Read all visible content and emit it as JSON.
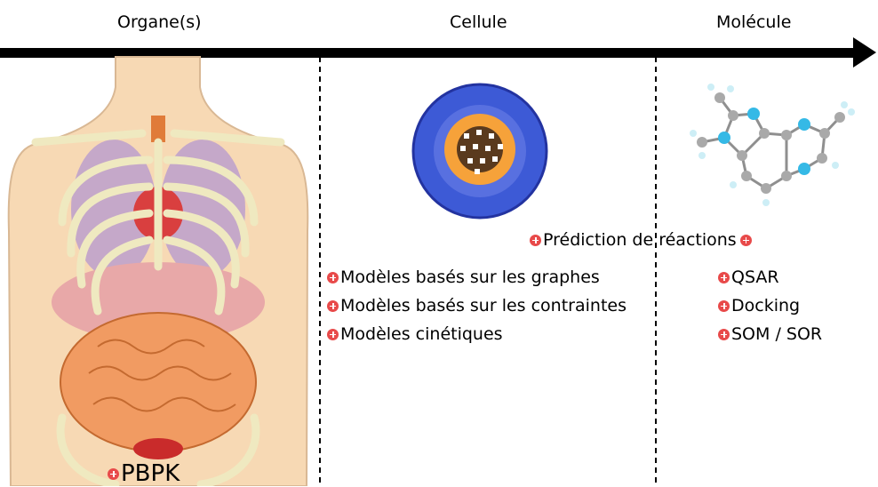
{
  "scale": {
    "organ_label": "Organe(s)",
    "cell_label": "Cellule",
    "molecule_label": "Molécule"
  },
  "organ": {
    "method": "PBPK"
  },
  "cell": {
    "methods": [
      "Modèles basés sur les graphes",
      "Modèles basés sur les contraintes",
      "Modèles cinétiques"
    ]
  },
  "shared": {
    "method": "Prédiction de réactions"
  },
  "molecule": {
    "methods": [
      "QSAR",
      "Docking",
      "SOM / SOR"
    ]
  },
  "colors": {
    "bullet": "#e84a4a",
    "bone": "#f3efc9",
    "lung": "#c5a8c9",
    "intestine": "#f19b62",
    "cell_blue": "#3d5ad6",
    "nucleus": "#f6a23a",
    "atom_carbon": "#a9a9a9",
    "atom_nitrogen": "#35b9e6",
    "atom_hydrogen": "#cdeef6"
  }
}
